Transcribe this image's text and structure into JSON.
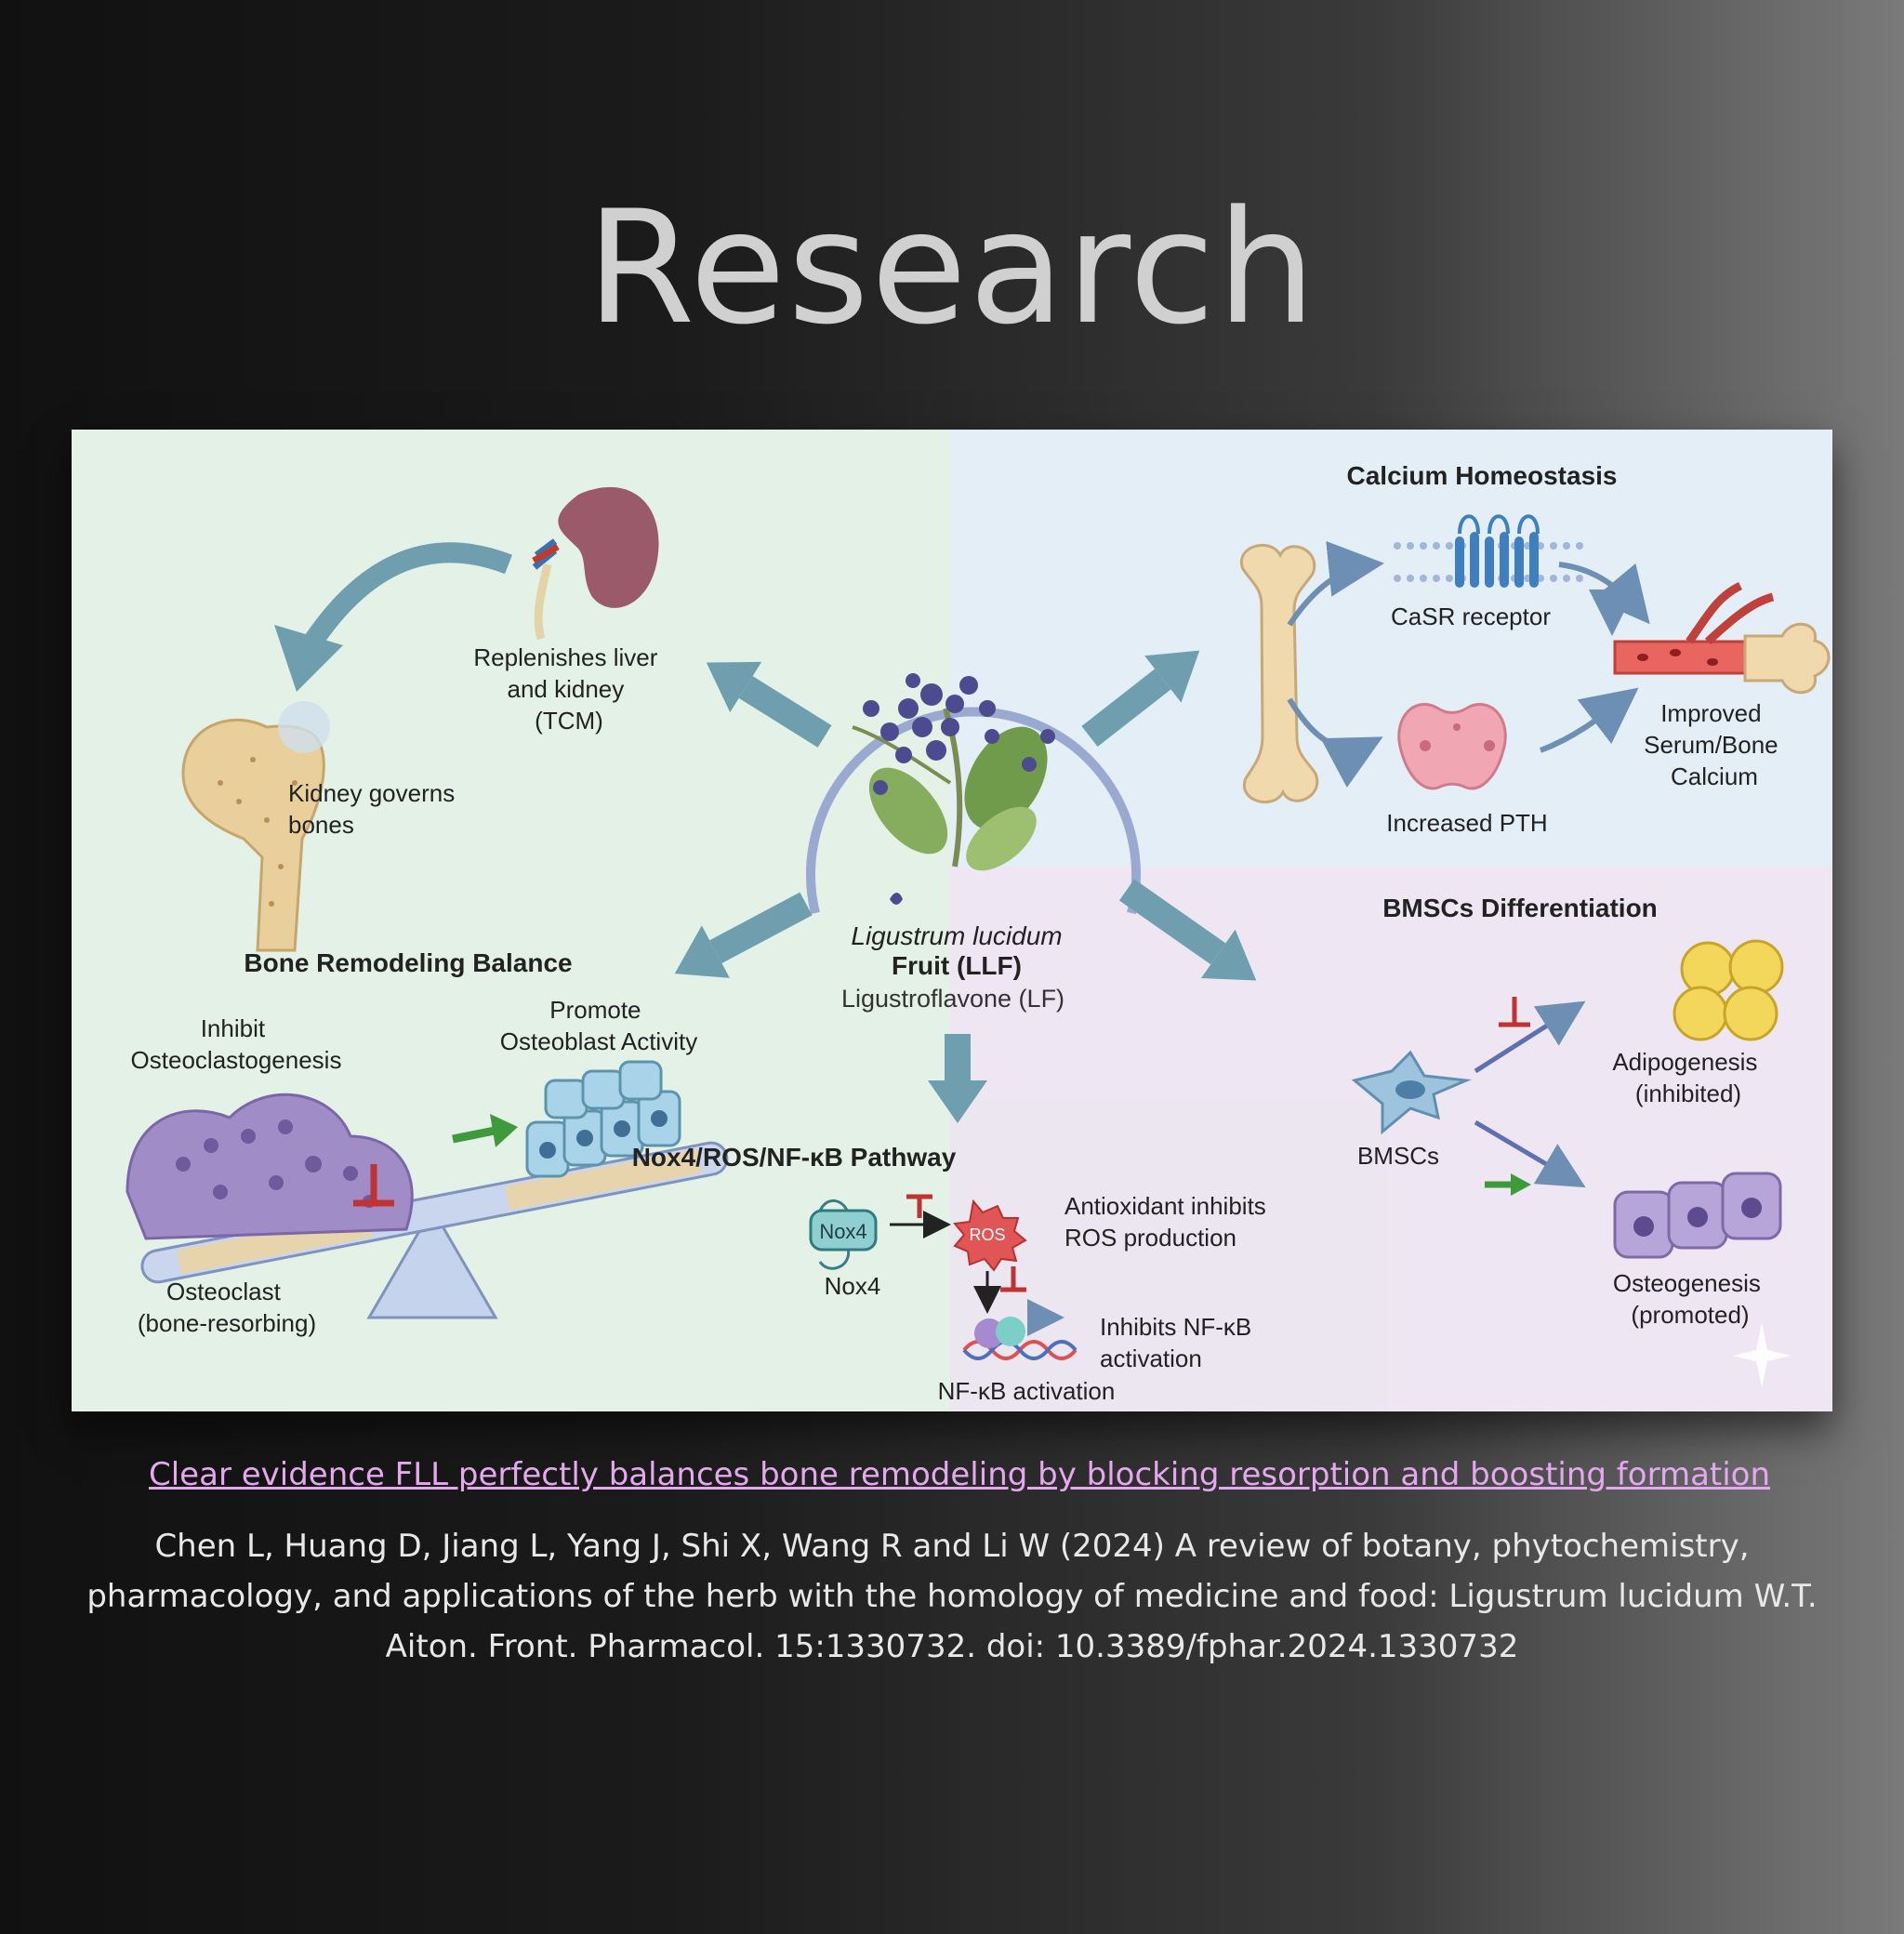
{
  "headline": "Research",
  "colors": {
    "panel_left": "#e3f1e6",
    "panel_top_right": "#e3eef6",
    "panel_bottom_right": "#efe6f3",
    "arrow_teal": "#6f9fae",
    "inhibit_red": "#c03333",
    "promote_green": "#3f9a3c",
    "caption_link": "#e4a8ee"
  },
  "diagram": {
    "center": {
      "species": "Ligustrum lucidum",
      "fruit": "Fruit (LLF)",
      "compound": "Ligustroflavone (LF)",
      "icon": "ligustrum-fruit-branch-icon"
    },
    "tcm": {
      "replenish": [
        "Replenishes liver",
        "and kidney",
        "(TCM)"
      ],
      "kidney_bones": [
        "Kidney governs",
        "bones"
      ],
      "kidney_icon": "kidney-icon",
      "bone_icon": "femur-bone-icon"
    },
    "bone_remodeling": {
      "title": "Bone Remodeling Balance",
      "inhibit": [
        "Inhibit",
        "Osteoclastogenesis"
      ],
      "promote": [
        "Promote",
        "Osteoblast Activity"
      ],
      "osteoclast": [
        "Osteoclast",
        "(bone-resorbing)"
      ],
      "icon": "seesaw-balance-icon"
    },
    "pathway": {
      "title": "Nox4/ROS/NF-κB Pathway",
      "nox4_box": "Nox4",
      "nox4_label": "Nox4",
      "ros_box": "ROS",
      "antioxidant": [
        "Antioxidant inhibits",
        "ROS production"
      ],
      "inhibits_nfkb": [
        "Inhibits NF-κB",
        "activation"
      ],
      "nfkb_label": "NF-κB activation",
      "dna_icon": "dna-transcription-icon"
    },
    "calcium": {
      "title": "Calcium Homeostasis",
      "casr": "CaSR receptor",
      "pth": "Increased PTH",
      "improved": [
        "Improved",
        "Serum/Bone",
        "Calcium"
      ],
      "receptor_icon": "membrane-receptor-icon",
      "thyroid_icon": "parathyroid-gland-icon",
      "vessel_icon": "blood-vessel-bone-icon"
    },
    "bmsc": {
      "title": "BMSCs Differentiation",
      "cell_label": "BMSCs",
      "adipo": [
        "Adipogenesis",
        "(inhibited)"
      ],
      "osteo": [
        "Osteogenesis",
        "(promoted)"
      ],
      "stem_cell_icon": "stem-cell-icon",
      "fat_cell_icon": "adipocyte-icon",
      "osteo_cell_icon": "osteoblast-cell-icon"
    }
  },
  "caption_link": "Clear evidence FLL perfectly balances bone remodeling by blocking resorption and boosting formation",
  "citation": "Chen L, Huang D, Jiang L, Yang J, Shi X, Wang R and Li W (2024) A review of botany, phytochemistry, pharmacology, and applications of the herb with the homology of medicine and food: Ligustrum lucidum W.T. Aiton. Front. Pharmacol. 15:1330732. doi: 10.3389/fphar.2024.1330732"
}
